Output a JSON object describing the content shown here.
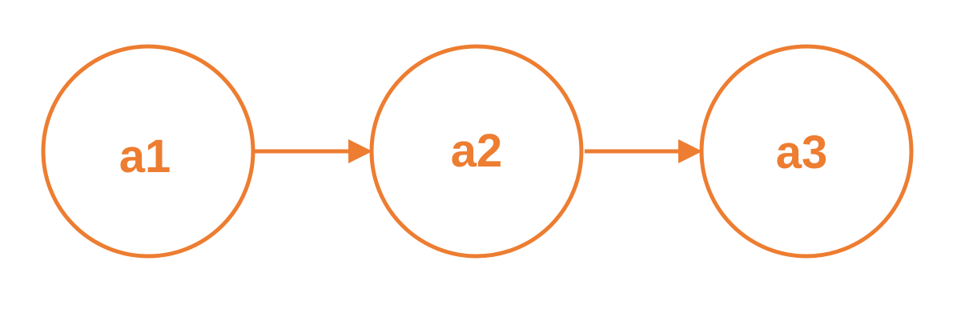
{
  "colors": {
    "accent": "#ED7D31",
    "background": "#FFFFFF"
  },
  "nodes": [
    {
      "id": "a1",
      "label": "a1"
    },
    {
      "id": "a2",
      "label": "a2"
    },
    {
      "id": "a3",
      "label": "a3"
    }
  ],
  "edges": [
    {
      "from": "a1",
      "to": "a2"
    },
    {
      "from": "a2",
      "to": "a3"
    }
  ]
}
